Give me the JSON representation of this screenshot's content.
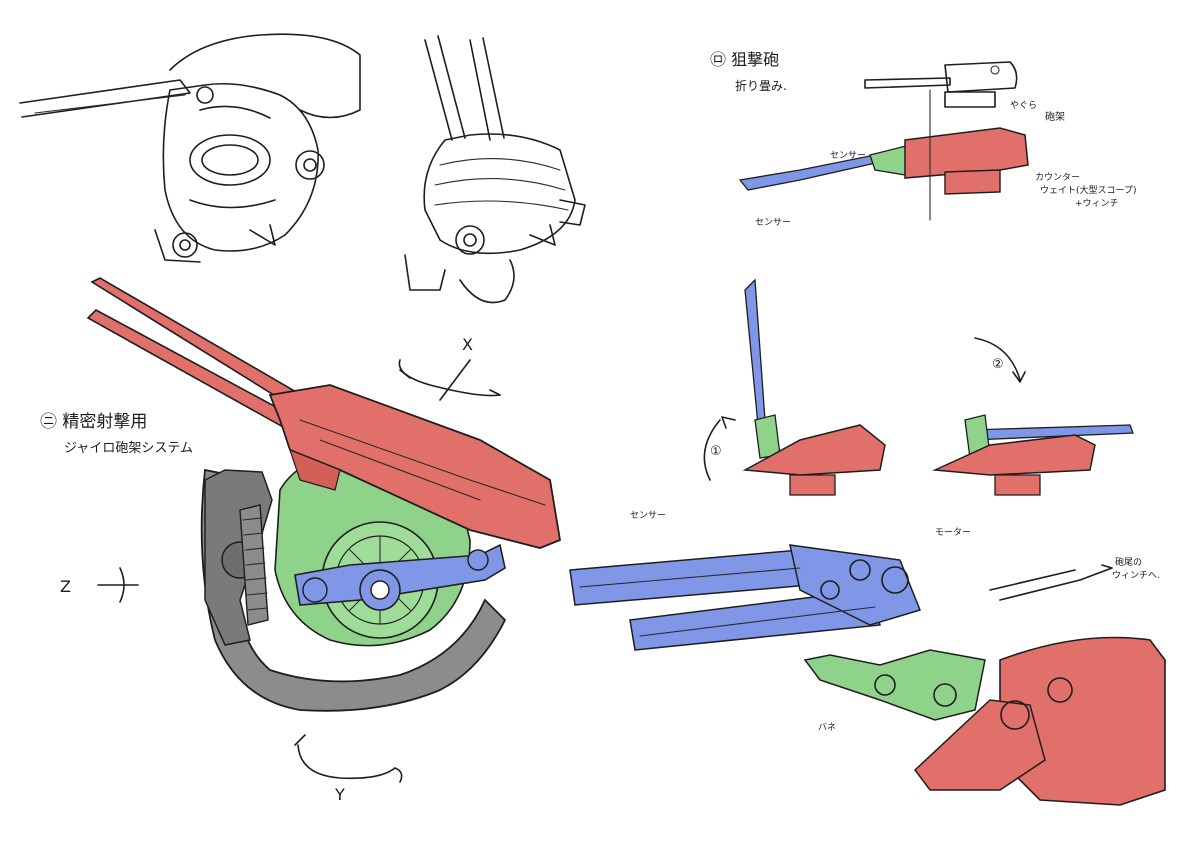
{
  "colors": {
    "paper": "#ffffff",
    "ink": "#1e1e1e",
    "red": "#e2706a",
    "blue": "#7f97e6",
    "green": "#8fd38a",
    "gray": "#8c8c8c"
  },
  "labels": {
    "gyro_title_line1": "㋥ 精密射撃用",
    "gyro_title_line2": "ジャイロ砲架システム",
    "sniper_title_line1": "㋺ 狙撃砲",
    "sniper_title_line2": "折り畳み.",
    "axis_x": "X",
    "axis_y": "Y",
    "axis_z": "Z",
    "sensor_a": "センサー",
    "sensor_b": "センサー",
    "sensor_c": "センサー",
    "support": "砲架",
    "yagura": "やぐら",
    "counterweight_line1": "カウンター",
    "counterweight_line2": "ウェイト(大型スコープ)",
    "counterweight_line3": "+ウィンチ",
    "motor": "モーター",
    "winch_line1": "砲尾の",
    "winch_line2": "ウィンチへ.",
    "spring": "バネ",
    "step1": "①",
    "step2": "②"
  }
}
